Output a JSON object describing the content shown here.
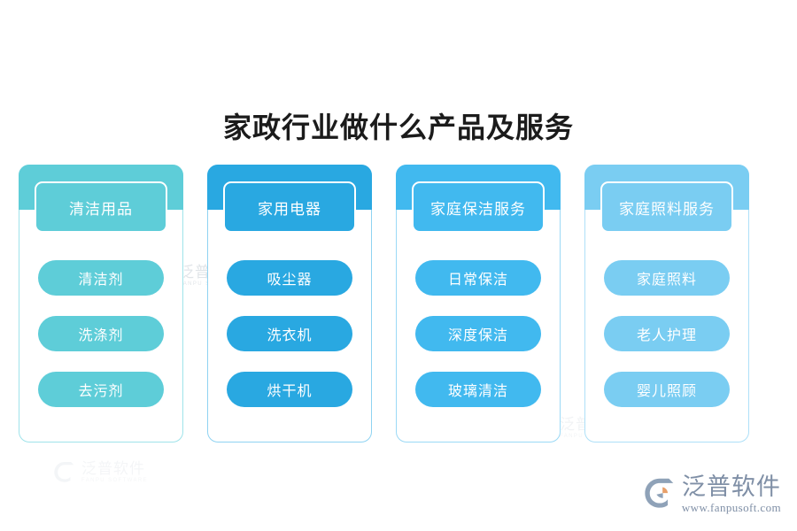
{
  "page": {
    "title": "家政行业做什么产品及服务",
    "background": "#ffffff"
  },
  "columns": [
    {
      "id": "cleaning-supplies",
      "title": "清洁用品",
      "color": "#5ecdd8",
      "border_color": "#9fe3ea",
      "items": [
        "清洁剂",
        "洗涤剂",
        "去污剂"
      ]
    },
    {
      "id": "home-appliances",
      "title": "家用电器",
      "color": "#29a8e1",
      "border_color": "#8fd3f2",
      "items": [
        "吸尘器",
        "洗衣机",
        "烘干机"
      ]
    },
    {
      "id": "home-cleaning-service",
      "title": "家庭保洁服务",
      "color": "#41b9ef",
      "border_color": "#9bd9f6",
      "items": [
        "日常保洁",
        "深度保洁",
        "玻璃清洁"
      ]
    },
    {
      "id": "home-care-service",
      "title": "家庭照料服务",
      "color": "#7acdf2",
      "border_color": "#aee0f8",
      "items": [
        "家庭照料",
        "老人护理",
        "婴儿照顾"
      ]
    }
  ],
  "watermark": {
    "cn": "泛普软件",
    "en": "FANPU SOFTWARE"
  },
  "brand": {
    "name": "泛普软件",
    "url": "www.fanpusoft.com",
    "color": "#7f8fa6",
    "accent_color": "#e8a06a"
  }
}
